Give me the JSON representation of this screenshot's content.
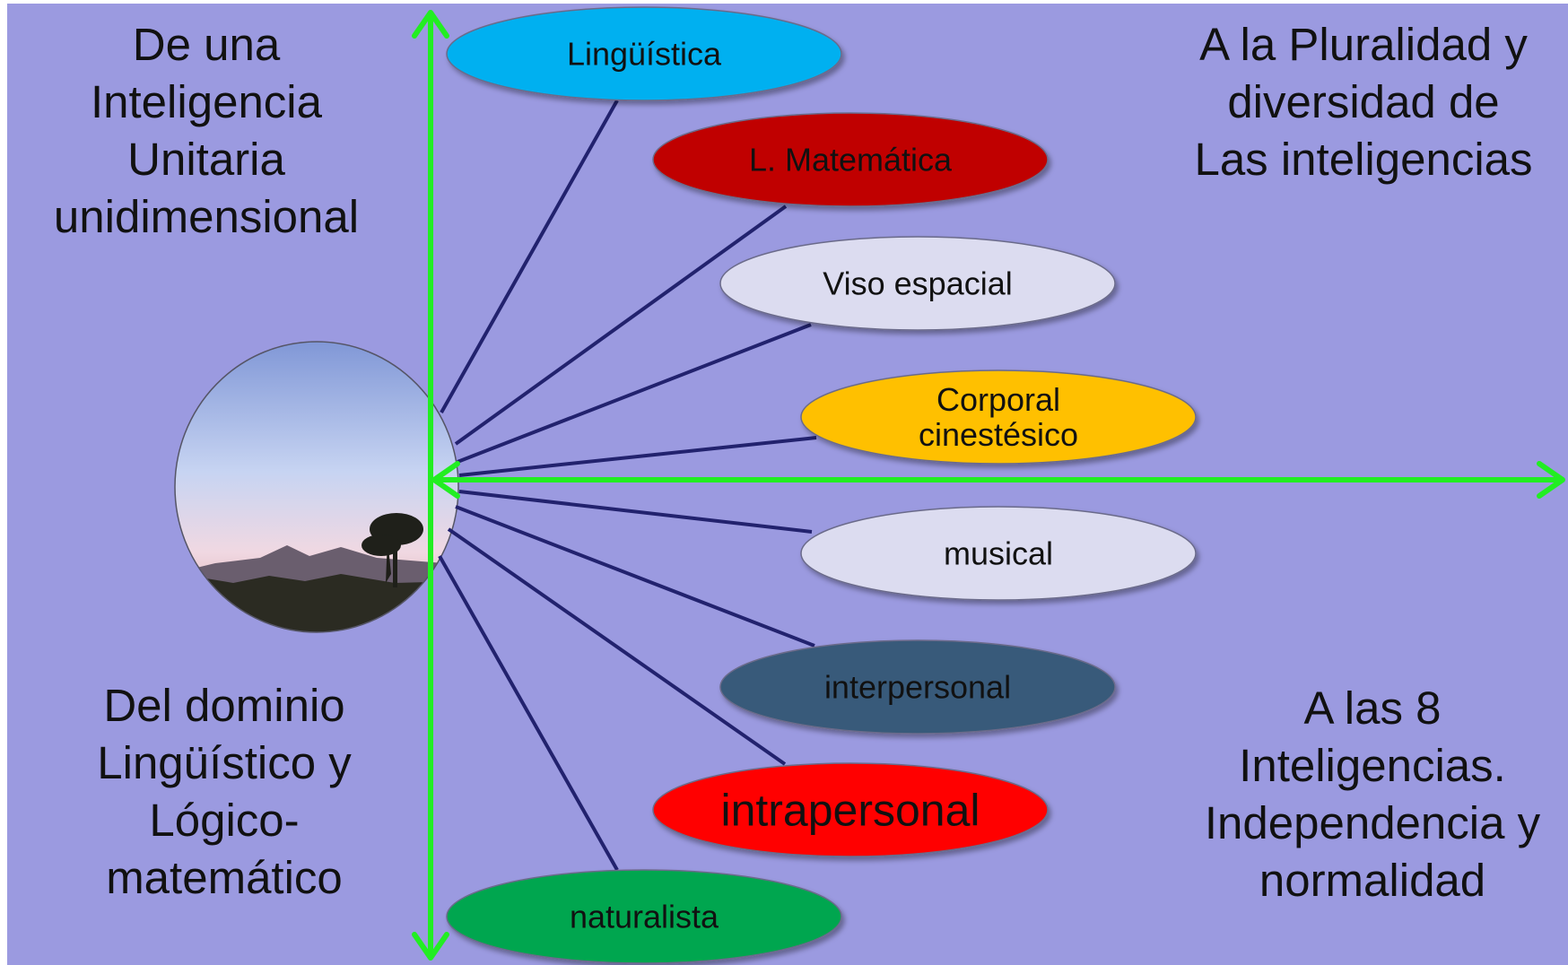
{
  "colors": {
    "background": "#9b9ae0",
    "axis": "#22ee22",
    "connector": "#22226e"
  },
  "corners": {
    "top_left": [
      "De una",
      "Inteligencia",
      "Unitaria",
      "unidimensional"
    ],
    "top_right": [
      "A la Pluralidad y",
      "diversidad de",
      "Las inteligencias"
    ],
    "bottom_left": [
      "Del dominio",
      "Lingüístico y",
      "Lógico-",
      "matemático"
    ],
    "bottom_right": [
      "A las 8",
      "Inteligencias.",
      "Independencia y",
      "normalidad"
    ]
  },
  "intelligences": [
    {
      "lines": [
        "Lingüística"
      ],
      "fill": "#00b0f0"
    },
    {
      "lines": [
        "L. Matemática"
      ],
      "fill": "#c00000"
    },
    {
      "lines": [
        "Viso espacial"
      ],
      "fill": "#dcdcf0"
    },
    {
      "lines": [
        "Corporal",
        "cinestésico"
      ],
      "fill": "#ffc000"
    },
    {
      "lines": [
        "musical"
      ],
      "fill": "#dcdcf0"
    },
    {
      "lines": [
        "interpersonal"
      ],
      "fill": "#375a7a"
    },
    {
      "lines": [
        "intrapersonal"
      ],
      "fill": "#ff0000"
    },
    {
      "lines": [
        "naturalista"
      ],
      "fill": "#00a650"
    }
  ],
  "center_image": "sunset-landscape-circle"
}
